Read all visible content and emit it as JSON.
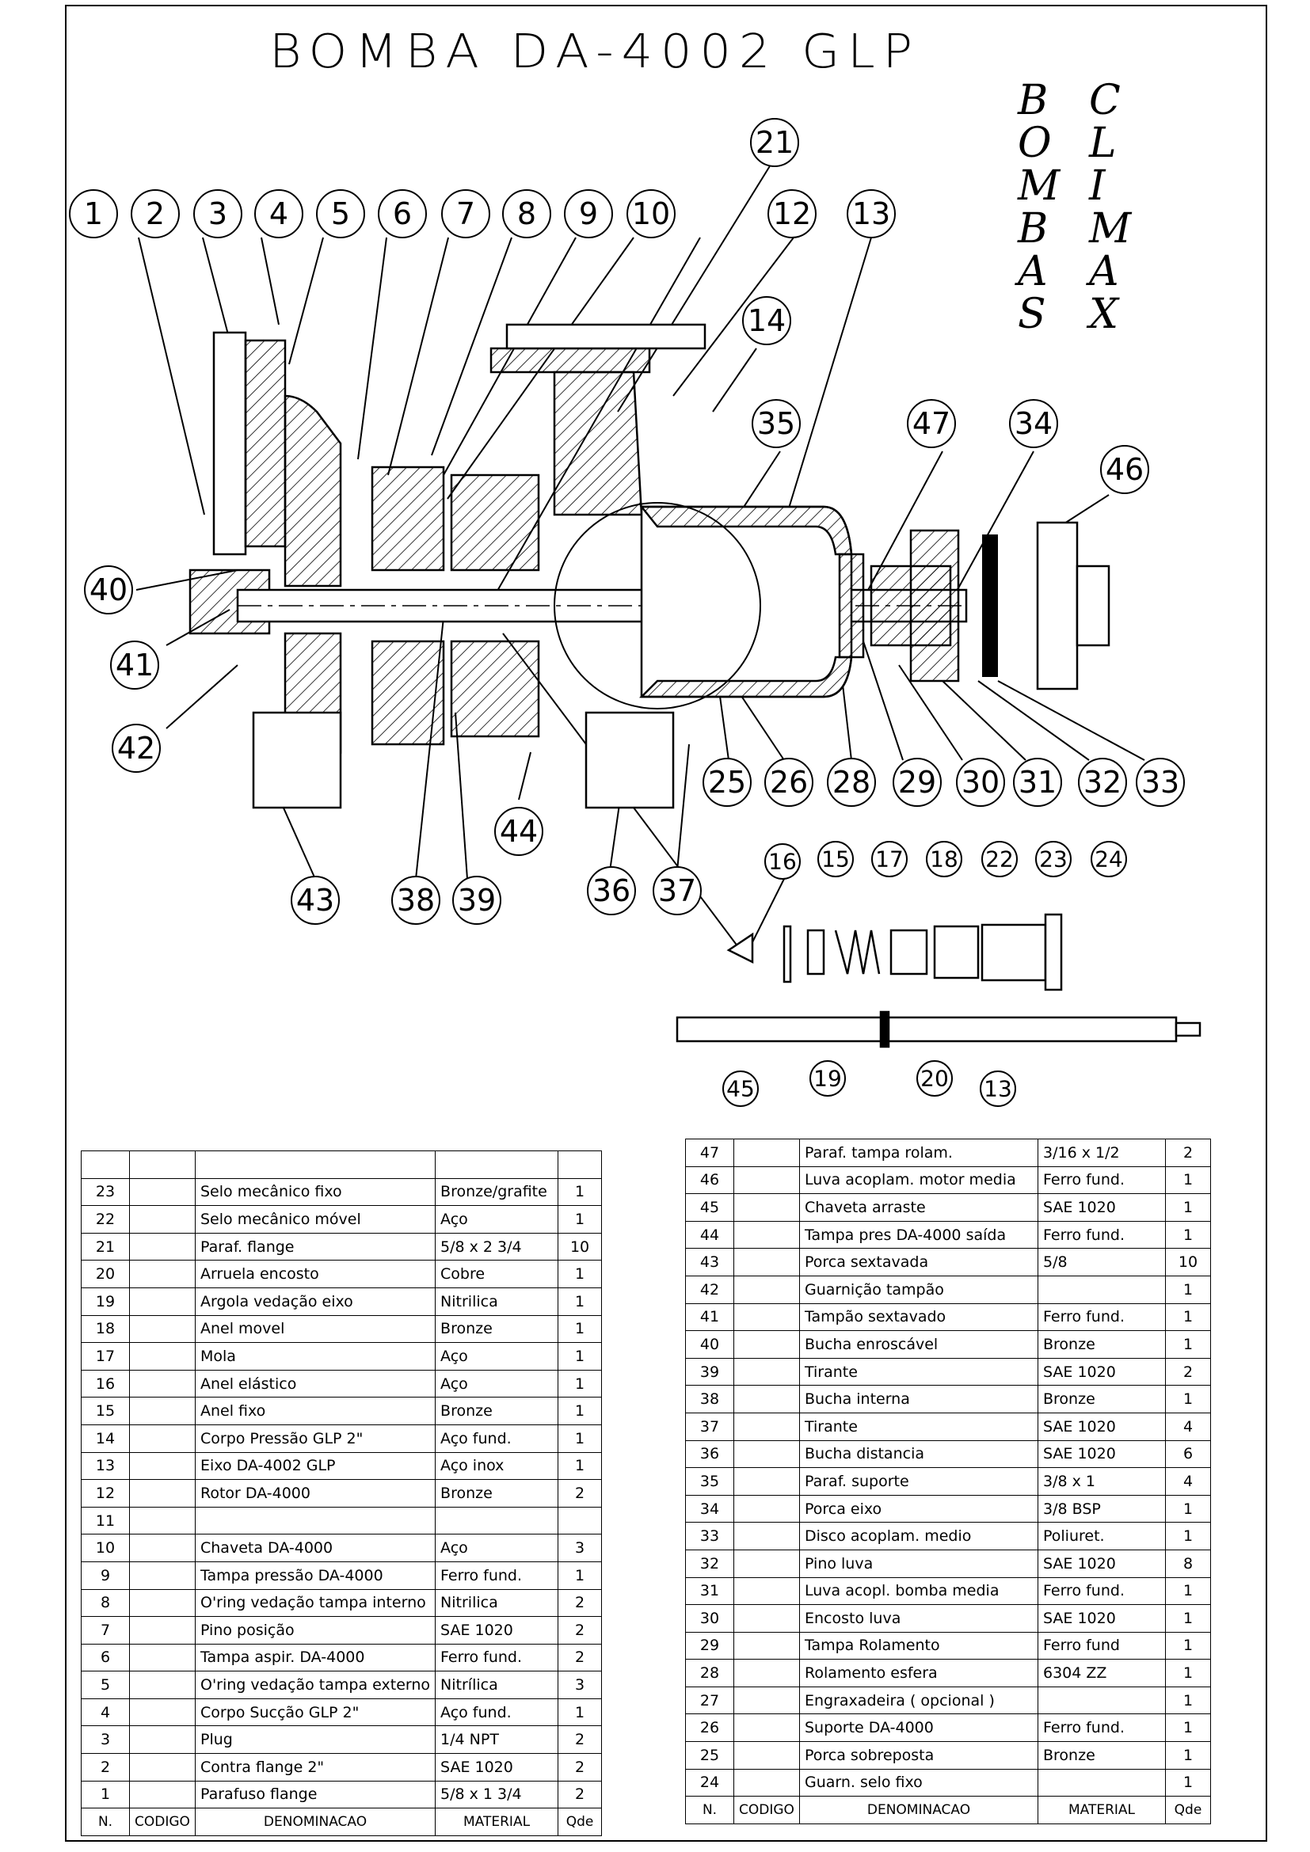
{
  "title": "BOMBA  DA-4002 GLP",
  "brand": {
    "col1": [
      "B",
      "O",
      "M",
      "B",
      "A",
      "S"
    ],
    "col2": [
      "C",
      "L",
      "I",
      "M",
      "A",
      "X"
    ]
  },
  "balloons": [
    "1",
    "2",
    "3",
    "4",
    "5",
    "6",
    "7",
    "8",
    "9",
    "10",
    "12",
    "13",
    "21",
    "14",
    "35",
    "47",
    "34",
    "46",
    "40",
    "41",
    "42",
    "43",
    "38",
    "39",
    "44",
    "36",
    "37",
    "25",
    "26",
    "28",
    "29",
    "30",
    "31",
    "32",
    "33",
    "16",
    "15",
    "17",
    "18",
    "22",
    "23",
    "24",
    "45",
    "19",
    "20",
    "13"
  ],
  "table_left": {
    "headers": {
      "n": "N.",
      "codigo": "CODIGO",
      "denominacao": "DENOMINACAO",
      "material": "MATERIAL",
      "qde": "Qde"
    },
    "rows": [
      {
        "n": "",
        "den": "",
        "mat": "",
        "qde": ""
      },
      {
        "n": "23",
        "den": "Selo mecânico fixo",
        "mat": "Bronze/grafite",
        "qde": "1"
      },
      {
        "n": "22",
        "den": "Selo mecânico móvel",
        "mat": "Aço",
        "qde": "1"
      },
      {
        "n": "21",
        "den": "Paraf. flange",
        "mat": "5/8 x 2 3/4",
        "qde": "10"
      },
      {
        "n": "20",
        "den": "Arruela encosto",
        "mat": "Cobre",
        "qde": "1"
      },
      {
        "n": "19",
        "den": "Argola vedação eixo",
        "mat": "Nitrilica",
        "qde": "1"
      },
      {
        "n": "18",
        "den": "Anel movel",
        "mat": "Bronze",
        "qde": "1"
      },
      {
        "n": "17",
        "den": "Mola",
        "mat": "Aço",
        "qde": "1"
      },
      {
        "n": "16",
        "den": "Anel elástico",
        "mat": "Aço",
        "qde": "1"
      },
      {
        "n": "15",
        "den": "Anel fixo",
        "mat": "Bronze",
        "qde": "1"
      },
      {
        "n": "14",
        "den": "Corpo Pressão GLP 2\"",
        "mat": "Aço fund.",
        "qde": "1"
      },
      {
        "n": "13",
        "den": "Eixo DA-4002 GLP",
        "mat": "Aço inox",
        "qde": "1"
      },
      {
        "n": "12",
        "den": "Rotor DA-4000",
        "mat": "Bronze",
        "qde": "2"
      },
      {
        "n": "11",
        "den": "",
        "mat": "",
        "qde": ""
      },
      {
        "n": "10",
        "den": "Chaveta DA-4000",
        "mat": "Aço",
        "qde": "3"
      },
      {
        "n": "9",
        "den": "Tampa pressão DA-4000",
        "mat": "Ferro fund.",
        "qde": "1"
      },
      {
        "n": "8",
        "den": "O'ring vedação tampa interno",
        "mat": "Nitrilica",
        "qde": "2"
      },
      {
        "n": "7",
        "den": "Pino posição",
        "mat": "SAE 1020",
        "qde": "2"
      },
      {
        "n": "6",
        "den": "Tampa aspir. DA-4000",
        "mat": "Ferro fund.",
        "qde": "2"
      },
      {
        "n": "5",
        "den": "O'ring vedação tampa externo",
        "mat": "Nitrílica",
        "qde": "3"
      },
      {
        "n": "4",
        "den": "Corpo Sucção GLP 2\"",
        "mat": "Aço fund.",
        "qde": "1"
      },
      {
        "n": "3",
        "den": "Plug",
        "mat": "1/4 NPT",
        "qde": "2"
      },
      {
        "n": "2",
        "den": "Contra flange 2\"",
        "mat": "SAE 1020",
        "qde": "2"
      },
      {
        "n": "1",
        "den": "Parafuso flange",
        "mat": "5/8 x 1 3/4",
        "qde": "2"
      }
    ]
  },
  "table_right": {
    "headers": {
      "n": "N.",
      "codigo": "CODIGO",
      "denominacao": "DENOMINACAO",
      "material": "MATERIAL",
      "qde": "Qde"
    },
    "rows": [
      {
        "n": "47",
        "den": "Paraf. tampa rolam.",
        "mat": "3/16 x 1/2",
        "qde": "2"
      },
      {
        "n": "46",
        "den": "Luva acoplam. motor media",
        "mat": "Ferro fund.",
        "qde": "1"
      },
      {
        "n": "45",
        "den": "Chaveta arraste",
        "mat": "SAE 1020",
        "qde": "1"
      },
      {
        "n": "44",
        "den": "Tampa pres DA-4000 saída",
        "mat": "Ferro fund.",
        "qde": "1"
      },
      {
        "n": "43",
        "den": "Porca sextavada",
        "mat": "5/8",
        "qde": "10"
      },
      {
        "n": "42",
        "den": "Guarnição tampão",
        "mat": "",
        "qde": "1"
      },
      {
        "n": "41",
        "den": "Tampão sextavado",
        "mat": "Ferro fund.",
        "qde": "1"
      },
      {
        "n": "40",
        "den": "Bucha enroscável",
        "mat": "Bronze",
        "qde": "1"
      },
      {
        "n": "39",
        "den": "Tirante",
        "mat": "SAE 1020",
        "qde": "2"
      },
      {
        "n": "38",
        "den": "Bucha interna",
        "mat": "Bronze",
        "qde": "1"
      },
      {
        "n": "37",
        "den": "Tirante",
        "mat": "SAE 1020",
        "qde": "4"
      },
      {
        "n": "36",
        "den": "Bucha distancia",
        "mat": "SAE 1020",
        "qde": "6"
      },
      {
        "n": "35",
        "den": "Paraf. suporte",
        "mat": "3/8 x 1",
        "qde": "4"
      },
      {
        "n": "34",
        "den": "Porca eixo",
        "mat": "3/8 BSP",
        "qde": "1"
      },
      {
        "n": "33",
        "den": "Disco acoplam. medio",
        "mat": "Poliuret.",
        "qde": "1"
      },
      {
        "n": "32",
        "den": "Pino luva",
        "mat": "SAE 1020",
        "qde": "8"
      },
      {
        "n": "31",
        "den": "Luva acopl. bomba media",
        "mat": "Ferro fund.",
        "qde": "1"
      },
      {
        "n": "30",
        "den": "Encosto luva",
        "mat": "SAE 1020",
        "qde": "1"
      },
      {
        "n": "29",
        "den": "Tampa Rolamento",
        "mat": "Ferro fund",
        "qde": "1"
      },
      {
        "n": "28",
        "den": "Rolamento esfera",
        "mat": "6304 ZZ",
        "qde": "1"
      },
      {
        "n": "27",
        "den": "Engraxadeira ( opcional )",
        "mat": "",
        "qde": "1"
      },
      {
        "n": "26",
        "den": "Suporte DA-4000",
        "mat": "Ferro fund.",
        "qde": "1"
      },
      {
        "n": "25",
        "den": "Porca sobreposta",
        "mat": "Bronze",
        "qde": "1"
      },
      {
        "n": "24",
        "den": "Guarn. selo fixo",
        "mat": "",
        "qde": "1"
      }
    ]
  }
}
